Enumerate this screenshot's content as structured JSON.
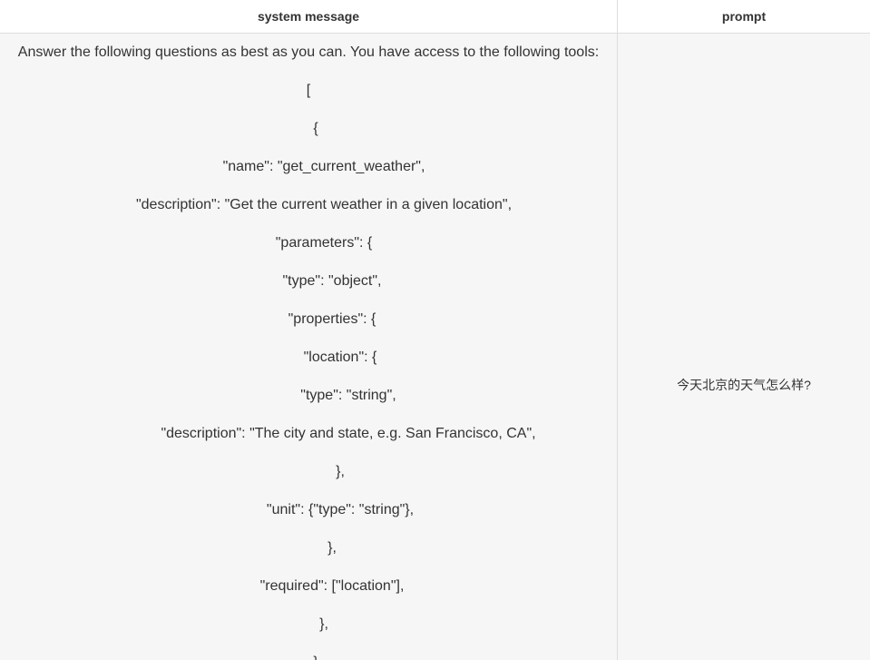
{
  "table": {
    "headers": {
      "system": "system message",
      "prompt": "prompt"
    },
    "row": {
      "system_lines": [
        "Answer the following questions as best as you can. You have access to the following tools:",
        "[",
        "{",
        "\"name\": \"get_current_weather\",",
        "\"description\": \"Get the current weather in a given location\",",
        "\"parameters\": {",
        "\"type\": \"object\",",
        "\"properties\": {",
        "\"location\": {",
        "\"type\": \"string\",",
        "\"description\": \"The city and state, e.g. San Francisco, CA\",",
        "},",
        "\"unit\": {\"type\": \"string\"},",
        "},",
        "\"required\": [\"location\"],",
        "},",
        "}"
      ],
      "prompt": "今天北京的天气怎么样?"
    }
  }
}
